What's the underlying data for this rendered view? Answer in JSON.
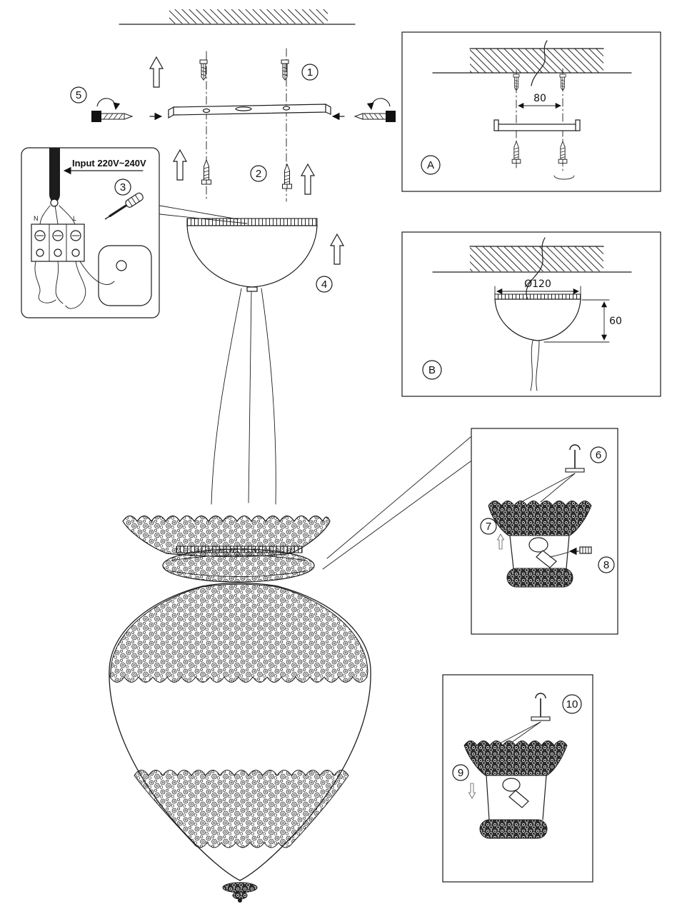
{
  "callouts": {
    "c1": "1",
    "c2": "2",
    "c3": "3",
    "c4": "4",
    "c5": "5",
    "c6": "6",
    "c7": "7",
    "c8": "8",
    "c9": "9",
    "c10": "10",
    "a": "A",
    "b": "B"
  },
  "dimensions": {
    "bracket_hole_spacing": "80",
    "canopy_diameter": "Ø120",
    "canopy_height": "60"
  },
  "wiring": {
    "input_label": "Input  220V~240V",
    "terminal_n": "N",
    "terminal_l": "L"
  },
  "colors": {
    "ink": "#1c1c1c",
    "paper": "#ffffff"
  }
}
